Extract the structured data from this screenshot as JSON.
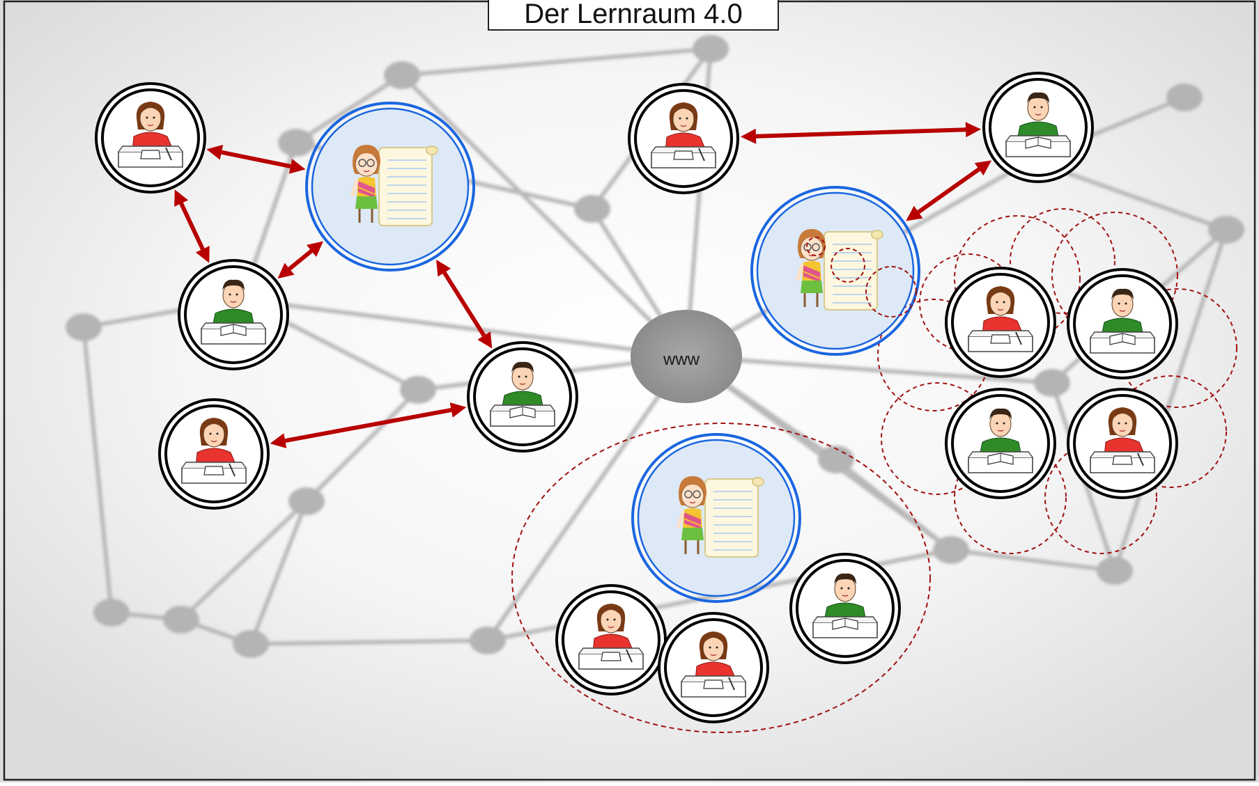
{
  "title": "Der Lernraum 4.0",
  "hub_label": "www",
  "colors": {
    "arrow": "#b80000",
    "group_dash": "#a01010",
    "teacher_ring": "#1a66e0",
    "teacher_fill": "#dde9f6",
    "student_ring": "#000000",
    "shirt_red": "#e8332e",
    "shirt_green": "#2f8a28"
  },
  "nodes": [
    {
      "id": "s1",
      "kind": "student",
      "gender": "female"
    },
    {
      "id": "t1",
      "kind": "teacher"
    },
    {
      "id": "s2",
      "kind": "student",
      "gender": "male"
    },
    {
      "id": "s3",
      "kind": "student",
      "gender": "female"
    },
    {
      "id": "s4",
      "kind": "student",
      "gender": "male"
    },
    {
      "id": "s5",
      "kind": "student",
      "gender": "female"
    },
    {
      "id": "s6",
      "kind": "student",
      "gender": "male"
    },
    {
      "id": "t2",
      "kind": "teacher",
      "marked": true
    },
    {
      "id": "c1",
      "kind": "student",
      "gender": "female"
    },
    {
      "id": "c2",
      "kind": "student",
      "gender": "male"
    },
    {
      "id": "c3",
      "kind": "student",
      "gender": "male"
    },
    {
      "id": "c4",
      "kind": "student",
      "gender": "female"
    },
    {
      "id": "t3",
      "kind": "teacher"
    },
    {
      "id": "g1",
      "kind": "student",
      "gender": "female"
    },
    {
      "id": "g2",
      "kind": "student",
      "gender": "female"
    },
    {
      "id": "g3",
      "kind": "student",
      "gender": "male"
    }
  ],
  "connections": [
    [
      "s1",
      "t1"
    ],
    [
      "s1",
      "s2"
    ],
    [
      "s2",
      "t1"
    ],
    [
      "t1",
      "s4"
    ],
    [
      "s3",
      "s4"
    ],
    [
      "s5",
      "s6"
    ],
    [
      "s6",
      "t2"
    ]
  ],
  "groups": [
    {
      "id": "cloud-group",
      "shape": "cloud",
      "members": [
        "c1",
        "c2",
        "c3",
        "c4"
      ]
    },
    {
      "id": "ellipse-group",
      "shape": "ellipse",
      "members": [
        "t3",
        "g1",
        "g2",
        "g3"
      ]
    }
  ]
}
